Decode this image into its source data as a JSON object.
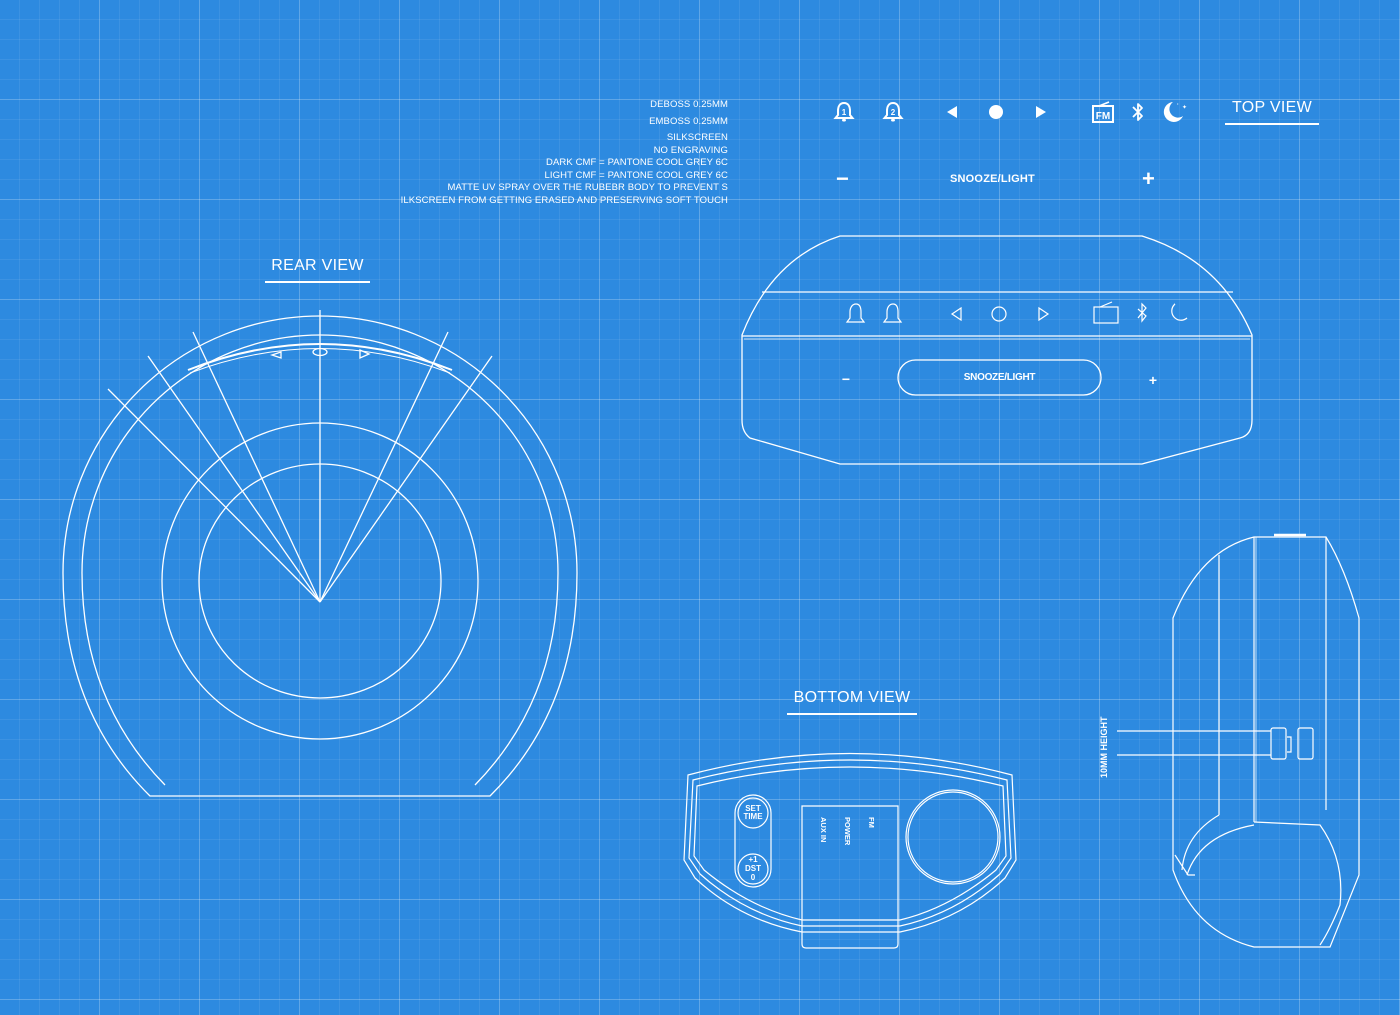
{
  "notes": [
    "DEBOSS 0.25MM",
    "EMBOSS 0.25MM",
    "SILKSCREEN",
    "NO ENGRAVING",
    "DARK CMF = PANTONE COOL GREY 6C",
    "LIGHT CMF = PANTONE COOL GREY 6C",
    "MATTE UV SPRAY OVER THE RUBEBR BODY TO PREVENT S",
    "ILKSCREEN FROM GETTING ERASED AND PRESERVING SOFT TOUCH"
  ],
  "views": {
    "top": "TOP VIEW",
    "rear": "REAR VIEW",
    "bottom": "BOTTOM VIEW"
  },
  "legend": {
    "icons": [
      "alarm-1-icon",
      "alarm-2-icon",
      "previous-icon",
      "play-icon",
      "next-icon",
      "fm-radio-icon",
      "bluetooth-icon",
      "sleep-moon-icon"
    ],
    "minus": "−",
    "plus": "+",
    "snooze_label": "SNOOZE/LIGHT"
  },
  "top_device": {
    "snooze_label": "SNOOZE/LIGHT",
    "minus": "−",
    "plus": "+"
  },
  "bottom_device": {
    "set_time": [
      "SET",
      "TIME"
    ],
    "dst": [
      "+1",
      "DST",
      "0"
    ],
    "ports": [
      "AUX IN",
      "POWER",
      "FM"
    ]
  },
  "side_view": {
    "dimension_label": "10MM HEIGHT"
  },
  "colors": {
    "background": "#2d8ae0",
    "line": "#ffffff"
  }
}
